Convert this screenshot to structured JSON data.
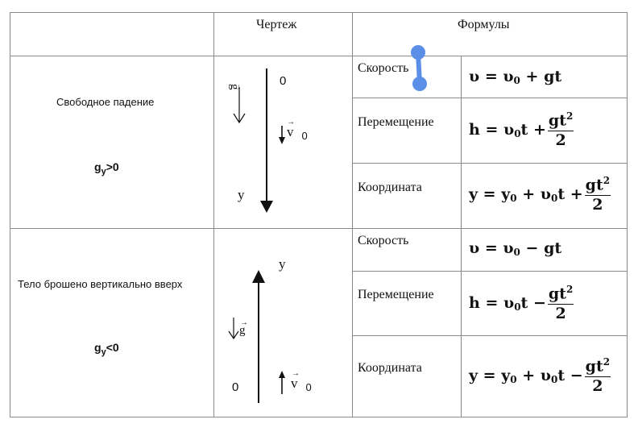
{
  "header": {
    "drawing": "Чертеж",
    "formulas": "Формулы"
  },
  "rows": [
    {
      "case": "Свободное падение",
      "g_sign": "gy>0",
      "drawing": {
        "start": "0",
        "axis": "y",
        "g": "g",
        "v": "v",
        "v_sub": "0"
      },
      "formulas": [
        {
          "label": "Скорость",
          "lhs": "υ",
          "rhs": "υ0 + gt"
        },
        {
          "label": "Перемещение",
          "lhs": "h",
          "rhs": "υ0t + gt²/2"
        },
        {
          "label": "Координата",
          "lhs": "y",
          "rhs": "y0 + υ0t + gt²/2"
        }
      ]
    },
    {
      "case": "Тело брошено вертикально вверх",
      "g_sign": "gy<0",
      "drawing": {
        "start": "0",
        "axis": "y",
        "g": "g",
        "v": "v",
        "v_sub": "0"
      },
      "formulas": [
        {
          "label": "Скорость",
          "lhs": "υ",
          "rhs": "υ0 − gt"
        },
        {
          "label": "Перемещение",
          "lhs": "h",
          "rhs": "υ0t − gt²/2"
        },
        {
          "label": "Координата",
          "lhs": "y",
          "rhs": "y0 + υ0t − gt²/2"
        }
      ]
    }
  ],
  "glyph": {
    "g_letter": "g",
    "y_letter": "y",
    "v_letter": "v",
    "sub_zero": "0",
    "eq": "=",
    "plus": "+",
    "minus": "−",
    "upsilon": "υ",
    "t": "t",
    "h": "h",
    "y": "y",
    "gt": "gt",
    "gt_sq": "gt",
    "sq": "2",
    "den": "2"
  },
  "colors": {
    "grid": "#8a8a8a",
    "handle": "#5b8ee6"
  }
}
